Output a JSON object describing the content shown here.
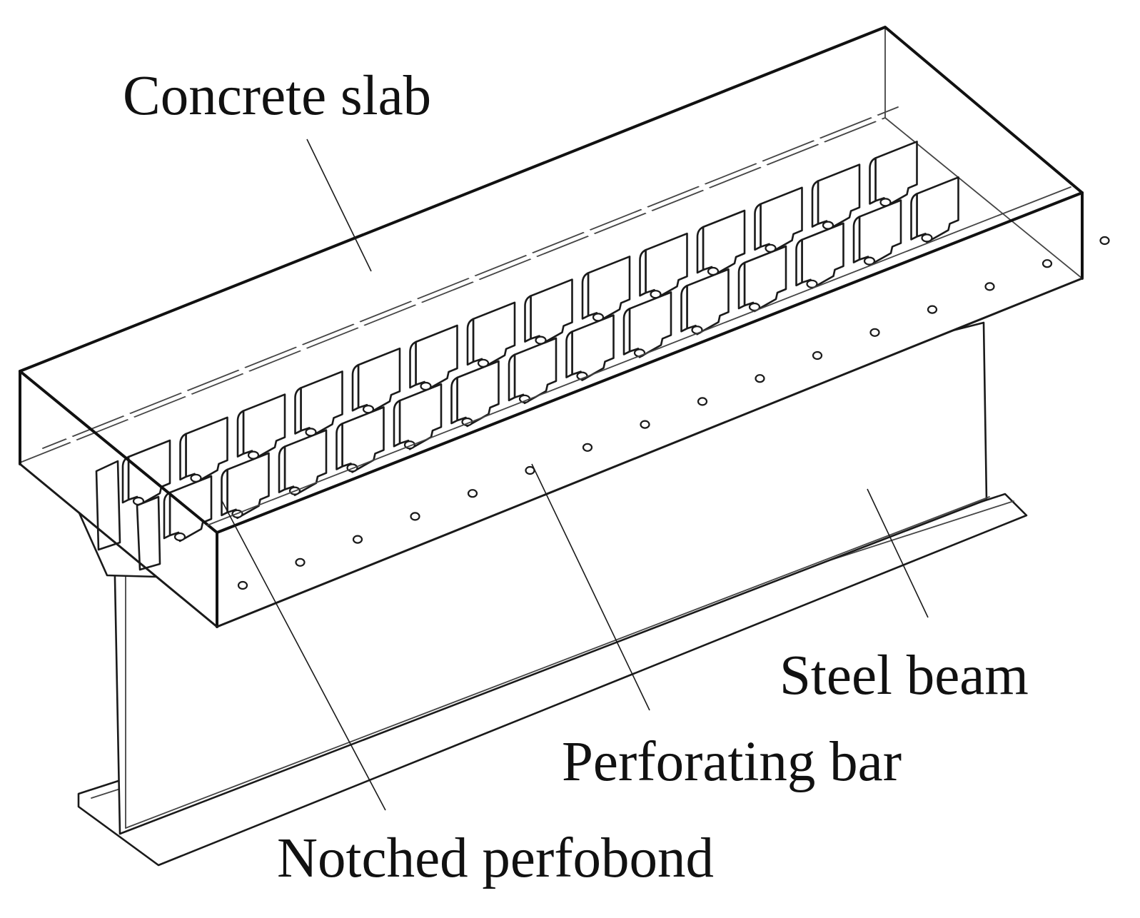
{
  "labels": {
    "concrete_slab": "Concrete slab",
    "steel_beam": "Steel beam",
    "perforating_bar": "Perforating bar",
    "notched_perfobond": "Notched perfobond"
  },
  "colors": {
    "line": "#1a1a1a",
    "background": "#ffffff"
  }
}
